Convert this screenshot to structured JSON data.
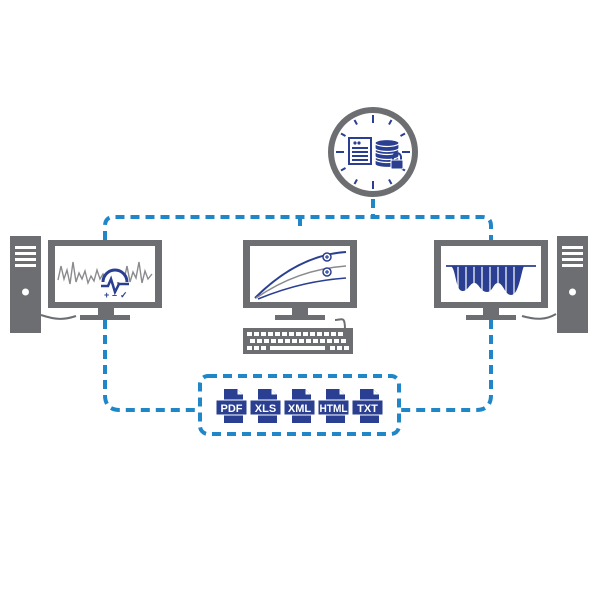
{
  "colors": {
    "connector": "#1f86c8",
    "device": "#6d6e71",
    "accent": "#2a3f91",
    "screen": "#ffffff"
  },
  "icons": {
    "clock": "clock-icon",
    "server": "server-icon",
    "database": "database-icon",
    "lock": "lock-icon",
    "file": "file-icon"
  },
  "file_types": [
    "PDF",
    "XLS",
    "XML",
    "HTML",
    "TXT"
  ]
}
